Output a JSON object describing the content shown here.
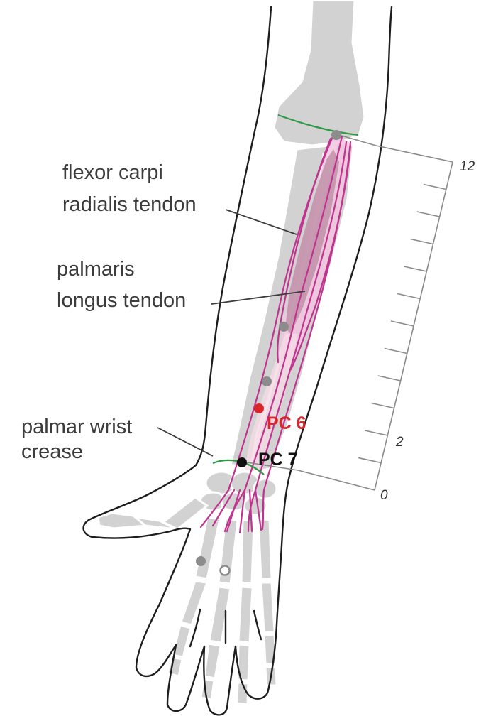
{
  "labels": {
    "fcr_line1": "flexor carpi",
    "fcr_line2": "radialis tendon",
    "pl_line1": "palmaris",
    "pl_line2": "longus tendon",
    "crease_line1": "palmar wrist",
    "crease_line2": "crease"
  },
  "points": {
    "pc6": "PC 6",
    "pc7": "PC 7"
  },
  "scale": {
    "top": "12",
    "near_bottom": "2",
    "bottom": "0",
    "divisions": 12
  },
  "colors": {
    "tendon": "#c0338e",
    "muscle_fill": "#f2c6e0",
    "muscle_core": "#b98aa0",
    "crease": "#2e9a45",
    "pc6": "#d8262b",
    "pc7": "#111111",
    "bone": "#d2d2d2",
    "point_gray": "#8c8c8c"
  }
}
